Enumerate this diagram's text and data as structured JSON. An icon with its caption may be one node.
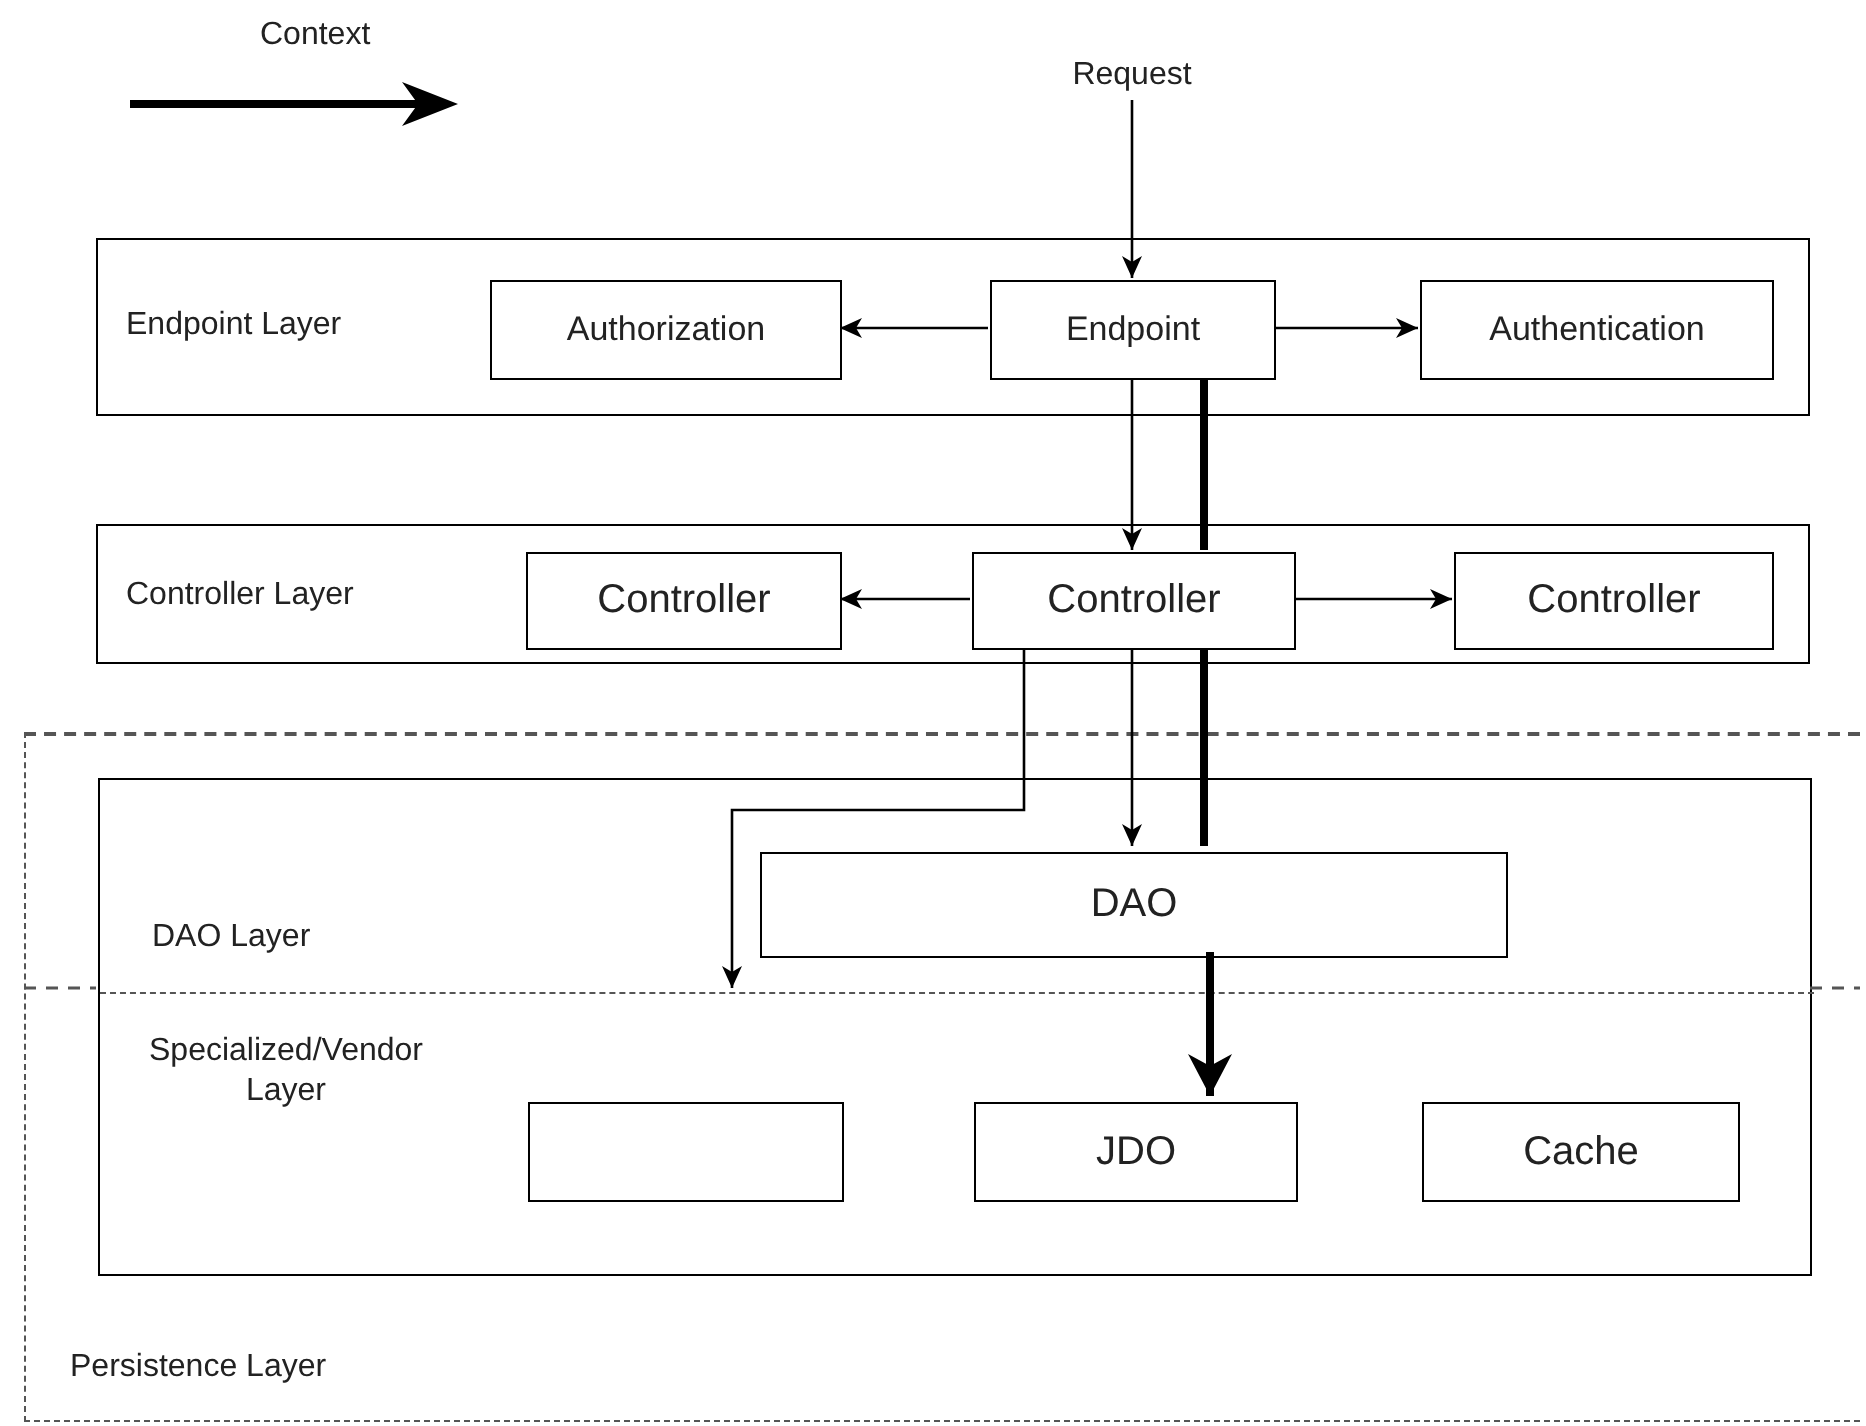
{
  "diagram": {
    "nodes": [
      {
        "text": [
          "Request"
        ]
      },
      {
        "text": [
          "Endpoint Layer"
        ]
      },
      {
        "text": [
          "Authorization"
        ],
        "in": 1
      },
      {
        "text": [
          "Endpoint"
        ],
        "in": 1
      },
      {
        "text": [
          "Authentication"
        ],
        "in": 1
      },
      {
        "text": [
          "Controller Layer"
        ]
      },
      {
        "text": [
          "Controller"
        ],
        "in": 5
      },
      {
        "text": [
          "Controller"
        ],
        "in": 5
      },
      {
        "text": [
          "Controller"
        ],
        "in": 5
      },
      {
        "text": [
          "Persistence Layer"
        ]
      },
      {
        "text": [
          "DAO Layer"
        ],
        "in": 9
      },
      {
        "text": [
          "DAO"
        ],
        "in": 10
      },
      {
        "text": [
          "Specialized/Vendor Layer"
        ],
        "in": 10
      },
      {
        "text": [],
        "shape": "box",
        "in": 12
      },
      {
        "text": [
          "JDO"
        ],
        "in": 12
      },
      {
        "text": [
          "Cache"
        ],
        "in": 12
      }
    ],
    "edges": [
      {
        "from": 0,
        "to": 3,
        "arrow": "to"
      },
      {
        "from": 3,
        "to": 2,
        "arrow": "to"
      },
      {
        "from": 3,
        "to": 4,
        "arrow": "to"
      },
      {
        "from": 3,
        "to": 7,
        "arrow": "to"
      },
      {
        "from": 3,
        "to": 7,
        "arrow": "none",
        "style": "thick"
      },
      {
        "from": 7,
        "to": 6,
        "arrow": "to"
      },
      {
        "from": 7,
        "to": 8,
        "arrow": "to"
      },
      {
        "from": 7,
        "to": 11,
        "arrow": "to"
      },
      {
        "from": 7,
        "to": 11,
        "arrow": "none",
        "style": "thick"
      },
      {
        "from": 7,
        "to": 12,
        "arrow": "to"
      },
      {
        "from": 11,
        "to": 14,
        "arrow": "to",
        "style": "thick"
      }
    ],
    "legend": [
      {
        "text": "Context"
      }
    ]
  }
}
